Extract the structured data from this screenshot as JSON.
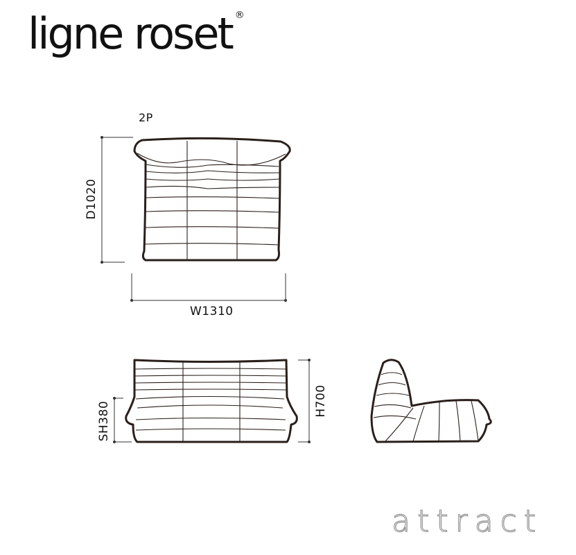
{
  "brand": {
    "logo_text": "ligne roset",
    "registered_mark": "®",
    "watermark": "attract"
  },
  "diagram": {
    "variant_label": "2P",
    "dimensions": {
      "width": "W1310",
      "depth": "D1020",
      "seat_height": "SH380",
      "height": "H700"
    }
  },
  "colors": {
    "line": "#2a1f1a",
    "watermark_stroke": "#9a9a9a"
  }
}
